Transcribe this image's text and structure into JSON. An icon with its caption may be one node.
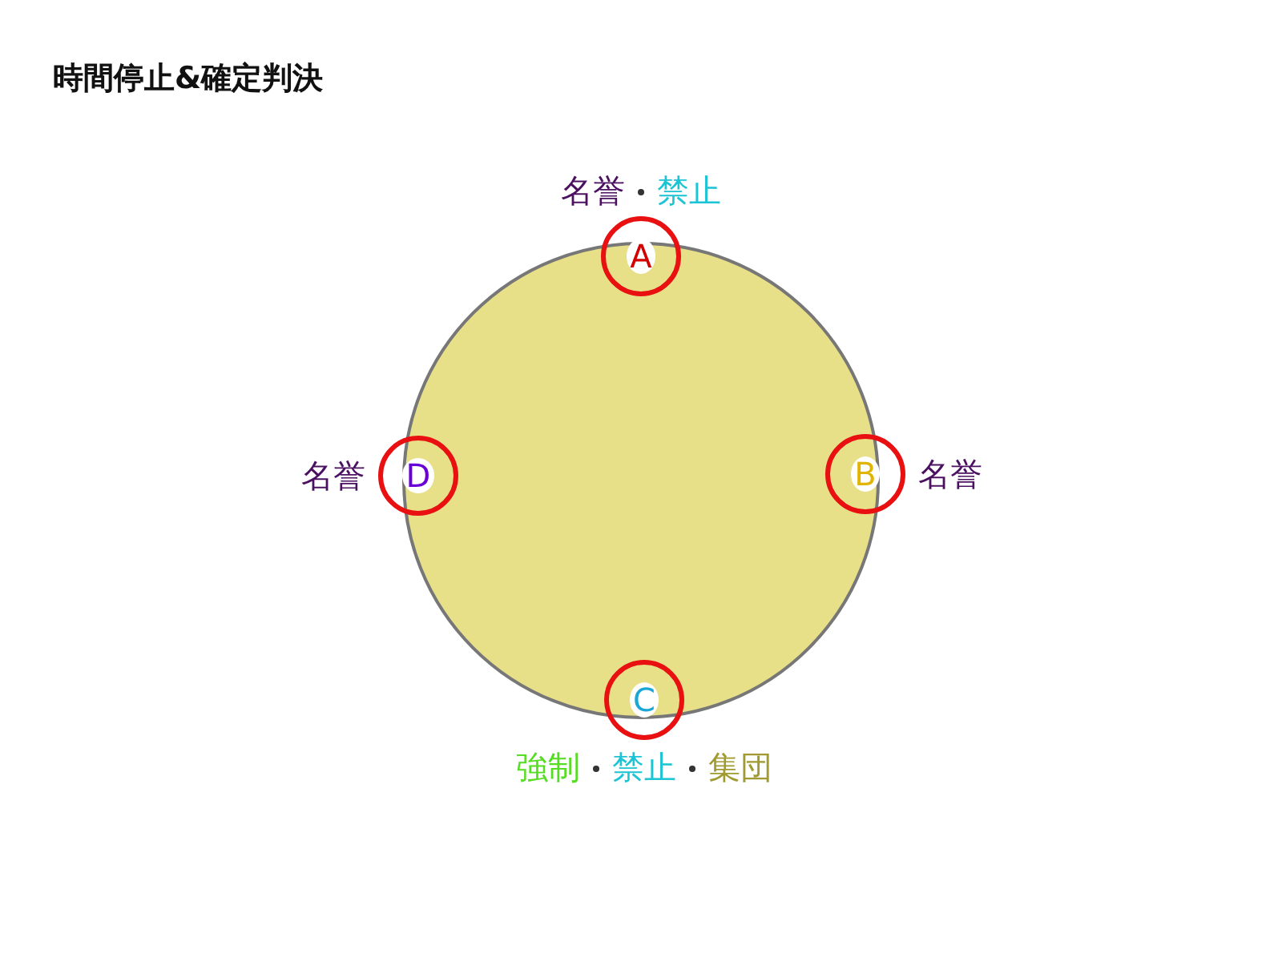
{
  "diagram": {
    "title": "時間停止&確定判決",
    "nodes": [
      {
        "text": [],
        "shape": "circle"
      },
      {
        "text": [
          "A"
        ],
        "beside": [
          "名誉",
          "禁止"
        ]
      },
      {
        "text": [
          "B"
        ],
        "beside": [
          "名誉"
        ]
      },
      {
        "text": [
          "C"
        ],
        "beside": [
          "強制",
          "禁止",
          "集団"
        ]
      },
      {
        "text": [
          "D"
        ],
        "beside": [
          "名誉"
        ]
      }
    ]
  }
}
